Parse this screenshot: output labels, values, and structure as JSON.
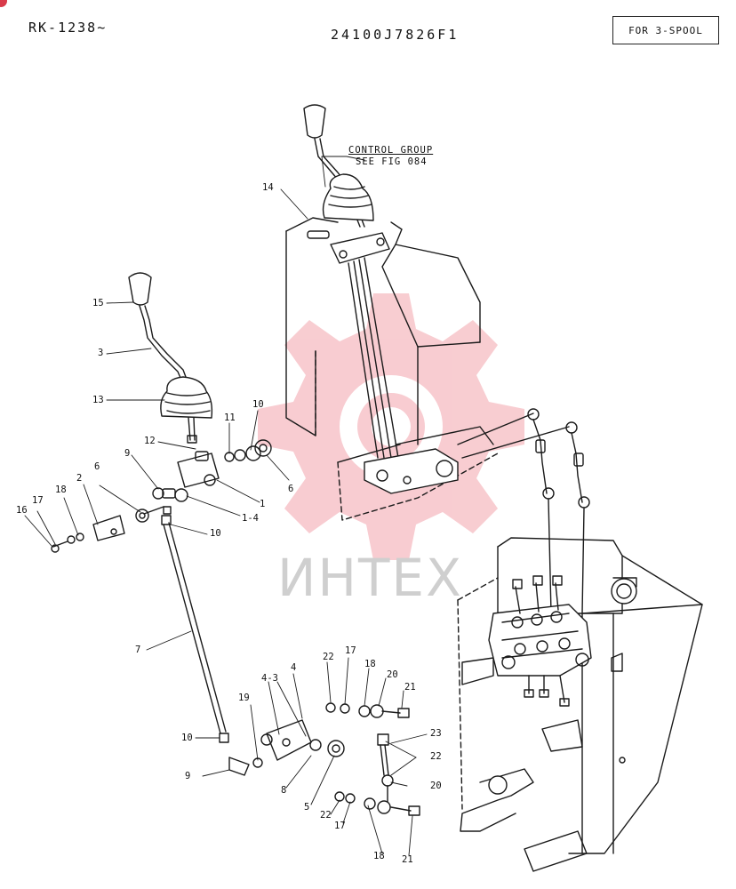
{
  "header": {
    "model_code": "RK-1238~",
    "part_number": "24100J7826F1",
    "spool_label": "FOR 3-SPOOL"
  },
  "reference_note": {
    "line1": "CONTROL GROUP",
    "line2": "SEE FIG 084"
  },
  "watermark": {
    "text": "ИНТЕХ",
    "color": "#f2a5ac"
  },
  "callouts": {
    "p14": "14",
    "p15": "15",
    "p3": "3",
    "p13": "13",
    "p12": "12",
    "p11": "11",
    "p10a": "10",
    "p6a": "6",
    "p9a": "9",
    "p6b": "6",
    "p2": "2",
    "p18a": "18",
    "p17a": "17",
    "p16": "16",
    "p1": "1",
    "p1_4": "1-4",
    "p10b": "10",
    "p7": "7",
    "p22a": "22",
    "p17b": "17",
    "p4": "4",
    "p4_3": "4-3",
    "p18b": "18",
    "p20a": "20",
    "p21a": "21",
    "p19": "19",
    "p23": "23",
    "p22b": "22",
    "p10c": "10",
    "p9b": "9",
    "p8": "8",
    "p5": "5",
    "p20b": "20",
    "p22c": "22",
    "p17c": "17",
    "p18c": "18",
    "p21b": "21"
  }
}
